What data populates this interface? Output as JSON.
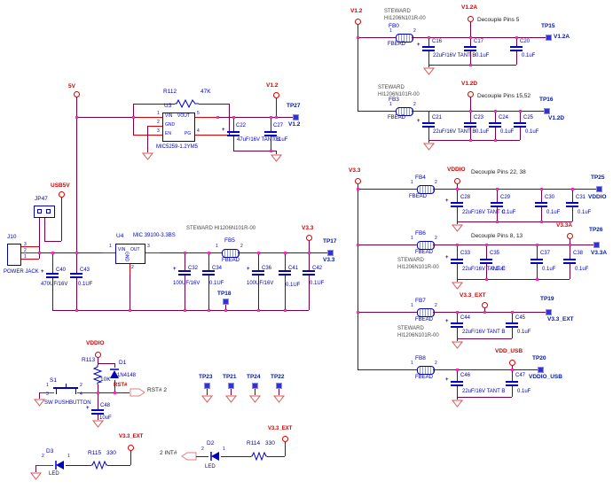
{
  "pin": {
    "p1": "1",
    "p2": "2",
    "p3": "3",
    "p4": "4",
    "p5": "5"
  },
  "net": {
    "v5": "5V",
    "usb5v": "USB5V",
    "v12": "V1.2",
    "v12a": "V1.2A",
    "v12d": "V1.2D",
    "v33": "V3.3",
    "v33a": "V3.3A",
    "v33ext": "V3.3_EXT",
    "vddio": "VDDIO",
    "vddusb": "VDD_USB"
  },
  "port": {
    "rst_net": "RST#",
    "rst_out": "RST# 2",
    "int_in": "2 INT#"
  },
  "note": {
    "steward": "STEWARD",
    "steward_pn": "HI1206N101R-00",
    "steward_line": "STEWARD HI1206N101R-00",
    "dec5": "Decouple Pins 5",
    "dec1552": "Decouple Pins 15,52",
    "dec2238": "Decouple Pins 22, 38",
    "dec813": "Decouple Pins 8, 13"
  },
  "tp": {
    "tp15": {
      "ref": "TP15",
      "net": "V1.2A"
    },
    "tp16": {
      "ref": "TP16",
      "net": "V1.2D"
    },
    "tp17": {
      "ref": "TP17",
      "net": "V3.3"
    },
    "tp18": {
      "ref": "TP18"
    },
    "tp19": {
      "ref": "TP19",
      "net": "V3.3_EXT"
    },
    "tp20": {
      "ref": "TP20",
      "net": "VDDIO_USB"
    },
    "tp21": {
      "ref": "TP21"
    },
    "tp22": {
      "ref": "TP22"
    },
    "tp23": {
      "ref": "TP23"
    },
    "tp24": {
      "ref": "TP24"
    },
    "tp25": {
      "ref": "TP25",
      "net": "VDDIO"
    },
    "tp26": {
      "ref": "TP26",
      "net": "V3.3A"
    },
    "tp27": {
      "ref": "TP27",
      "net": "V1.2"
    }
  },
  "c": {
    "U3": {
      "ref": "U3",
      "part": "MIC5259-1.2YM5",
      "pins": {
        "vin": "VIN",
        "vout": "VOUT",
        "gnd": "GND",
        "en": "EN",
        "pg": "PG"
      }
    },
    "U4": {
      "ref": "U4",
      "part": "MIC 39100-3.3BS",
      "pins": {
        "vin": "VIN",
        "out": "OUT",
        "gnd": "GND"
      }
    },
    "J10": {
      "ref": "J10",
      "desc": "POWER JACK"
    },
    "JP47": {
      "ref": "JP47"
    },
    "S1": {
      "ref": "S1",
      "desc": "SW PUSHBUTTON"
    },
    "R112": {
      "ref": "R112",
      "value": "47K"
    },
    "R113": {
      "ref": "R113",
      "value": "10K"
    },
    "R114": {
      "ref": "R114",
      "value": "330"
    },
    "R115": {
      "ref": "R115",
      "value": "330"
    },
    "D1": {
      "ref": "D1",
      "value": "1N4148"
    },
    "D2": {
      "ref": "D2",
      "value": "LED"
    },
    "D3": {
      "ref": "D3",
      "value": "LED"
    },
    "C16": {
      "ref": "C16",
      "value": "22uF/16V TANT B"
    },
    "C17": {
      "ref": "C17",
      "value": "0.1uF"
    },
    "C20": {
      "ref": "C20",
      "value": "0.1uF"
    },
    "C21": {
      "ref": "C21",
      "value": "22uF/16V TANT B"
    },
    "C22": {
      "ref": "C22",
      "value": "47uF/16V TANT B"
    },
    "C23": {
      "ref": "C23",
      "value": "0.1uF"
    },
    "C24": {
      "ref": "C24",
      "value": "0.1uF"
    },
    "C25": {
      "ref": "C25",
      "value": "0.1uF"
    },
    "C27": {
      "ref": "C27",
      "value": "0.1uF"
    },
    "C28": {
      "ref": "C28",
      "value": "22uF/16V TANT C"
    },
    "C29": {
      "ref": "C29",
      "value": "0.1uF"
    },
    "C30": {
      "ref": "C30",
      "value": "0.1uF"
    },
    "C31": {
      "ref": "C31",
      "value": "0.1uF"
    },
    "C32": {
      "ref": "C32",
      "value": "100UF/16V"
    },
    "C33": {
      "ref": "C33",
      "value": "22uF/16V TANT C"
    },
    "C34": {
      "ref": "C34",
      "value": "0.1UF"
    },
    "C35": {
      "ref": "C35",
      "value": "0.1uF"
    },
    "C36": {
      "ref": "C36",
      "value": "100UF/16V"
    },
    "C37": {
      "ref": "C37",
      "value": "0.1uF"
    },
    "C38": {
      "ref": "C38",
      "value": "0.1uF"
    },
    "C40": {
      "ref": "C40",
      "value": "470UF/16V"
    },
    "C41": {
      "ref": "C41",
      "value": "0.1UF"
    },
    "C42": {
      "ref": "C42",
      "value": "0.1UF"
    },
    "C43": {
      "ref": "C43",
      "value": "0.1UF"
    },
    "C44": {
      "ref": "C44",
      "value": "22uF/16V TANT B"
    },
    "C45": {
      "ref": "C45",
      "value": "0.1uF"
    },
    "C46": {
      "ref": "C46",
      "value": "22uF/16V TANT B"
    },
    "C47": {
      "ref": "C47",
      "value": "0.1uF"
    },
    "C48": {
      "ref": "C48",
      "value": "10uF"
    },
    "FB0": {
      "ref": "FB0",
      "value": "FBEAD"
    },
    "FB3": {
      "ref": "FB3",
      "value": "FBEAD"
    },
    "FB4": {
      "ref": "FB4",
      "value": "FBEAD"
    },
    "FB5": {
      "ref": "FB5",
      "value": "FBEAD"
    },
    "FB6": {
      "ref": "FB6",
      "value": "FBEAD"
    },
    "FB7": {
      "ref": "FB7",
      "value": "FBEAD"
    },
    "FB8": {
      "ref": "FB8",
      "value": "FBEAD"
    }
  }
}
